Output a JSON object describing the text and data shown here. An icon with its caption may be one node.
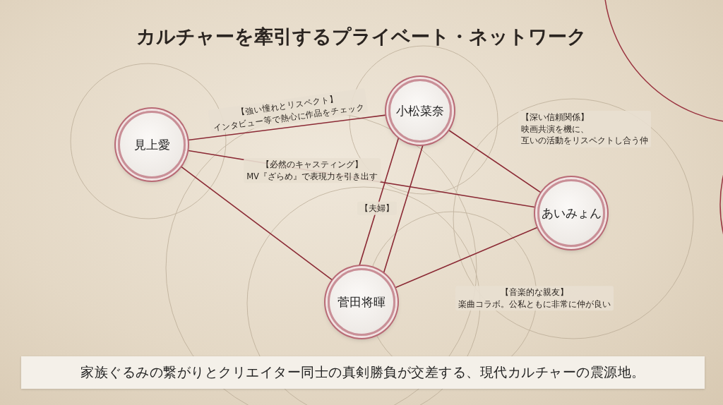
{
  "diagram": {
    "title": "カルチャーを牽引するプライベート・ネットワーク",
    "caption": "家族ぐるみの繋がりとクリエイター同士の真剣勝負が交差する、現代カルチャーの震源地。",
    "nodes": [
      {
        "text": [
          "見上愛"
        ]
      },
      {
        "text": [
          "小松菜奈"
        ]
      },
      {
        "text": [
          "あいみょん"
        ]
      },
      {
        "text": [
          "菅田将暉"
        ]
      }
    ],
    "edges": [
      {
        "from": 0,
        "to": 1,
        "arrow": "none",
        "label": "【強い憧れとリスペクト】インタビュー等で熱心に作品をチェック"
      },
      {
        "from": 0,
        "to": 2,
        "arrow": "none",
        "label": "【必然のキャスティング】MV『ざらめ』で表現力を引き出す"
      },
      {
        "from": 0,
        "to": 3,
        "arrow": "none"
      },
      {
        "from": 1,
        "to": 2,
        "arrow": "none",
        "label": "【深い信頼関係】映画共演を機に、互いの活動をリスペクトし合う仲"
      },
      {
        "from": 1,
        "to": 3,
        "arrow": "none",
        "label": "【夫婦】"
      },
      {
        "from": 1,
        "to": 3,
        "arrow": "none"
      },
      {
        "from": 3,
        "to": 2,
        "arrow": "none",
        "label": "【音楽的な親友】楽曲コラボ。公私ともに非常に仲が良い"
      }
    ]
  }
}
